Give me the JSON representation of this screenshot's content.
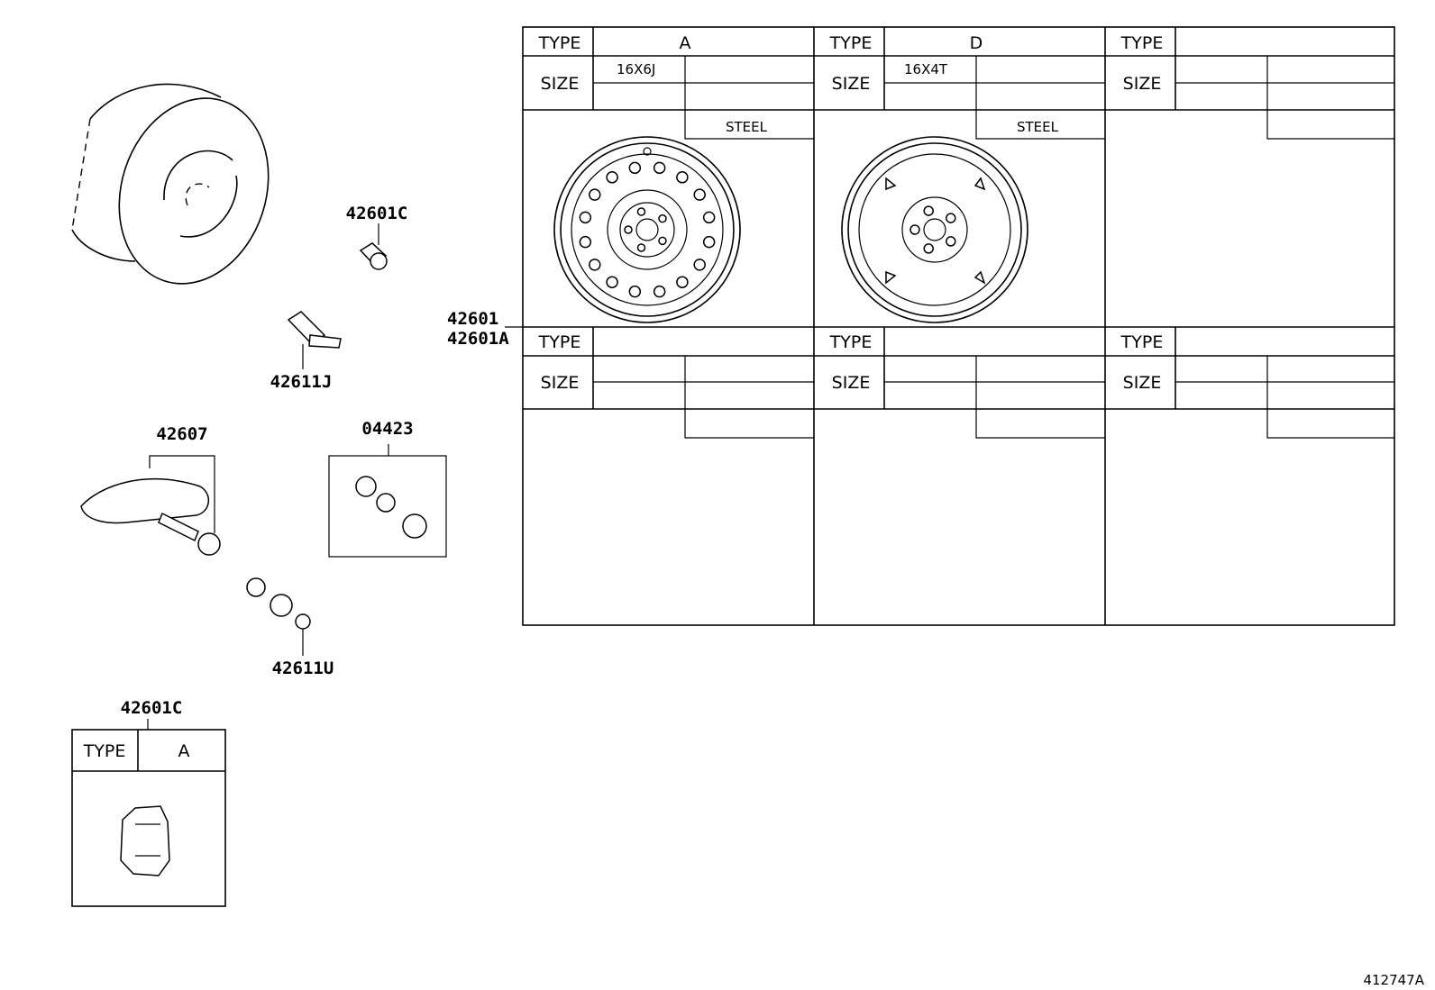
{
  "parts": {
    "callout_42601C_top": "42601C",
    "callout_42611J": "42611J",
    "callout_42607": "42607",
    "callout_04423": "04423",
    "callout_42611U": "42611U",
    "callout_42601": "42601",
    "callout_42601A": "42601A",
    "callout_42601C_bottom": "42601C"
  },
  "wheel_table": {
    "type_label": "TYPE",
    "size_label": "SIZE",
    "panels": [
      {
        "type": "A",
        "size": "16X6J",
        "material": "STEEL"
      },
      {
        "type": "D",
        "size": "16X4T",
        "material": "STEEL"
      },
      {
        "type": "",
        "size": "",
        "material": ""
      },
      {
        "type": "",
        "size": "",
        "material": ""
      },
      {
        "type": "",
        "size": "",
        "material": ""
      },
      {
        "type": "",
        "size": "",
        "material": ""
      }
    ]
  },
  "nut_table": {
    "type_label": "TYPE",
    "type_value": "A"
  },
  "figure_code": "412747A"
}
